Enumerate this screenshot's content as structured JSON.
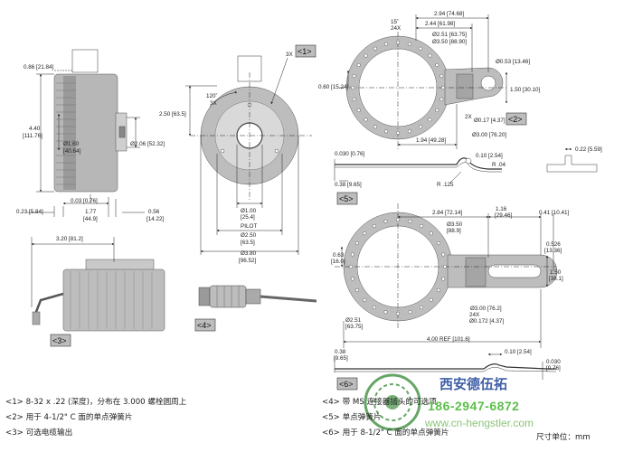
{
  "tags": {
    "t1": "<1>",
    "t2": "<2>",
    "t3": "<3>",
    "t4": "<4>",
    "t5": "<5>",
    "t6": "<6>"
  },
  "dims": {
    "d_086": "0.86 [21.84]",
    "d_440a": "4.40",
    "d_440b": "[111.76]",
    "d_160a": "Ø1.60",
    "d_160b": "[40.64]",
    "d_206": "Ø2.06 [52.32]",
    "d_003": "0.03 [0.76]",
    "d_023": "0.23 [5.84]",
    "d_177a": "1.77",
    "d_177b": "[44.9]",
    "d_056a": "0.56",
    "d_056b": "[14.22]",
    "d_3x": "3X",
    "d_120a": "120˚",
    "d_120b": "3X",
    "d_250": "2.50 [63.5]",
    "d_100a": "Ø1.00",
    "d_100b": "[25.4]",
    "d_pilot": "PILOT",
    "d_250da": "Ø2.50",
    "d_250db": "[63.5]",
    "d_380a": "Ø3.80",
    "d_380b": "[96.52]",
    "d_294": "2.94 [74.68]",
    "d_244": "2.44 [61.98]",
    "d_1516": "15˚",
    "d_24x": "24X",
    "d_251": "Ø2.51 [63.75]",
    "d_350": "Ø3.50 [88.90]",
    "d_053": "Ø0.53 [13.46]",
    "d_060": "0.60 [15.24]",
    "d_150": "1.50 [30.10]",
    "d_2x": "2X",
    "d_017": "Ø0.17 [4.37]",
    "d_300": "Ø3.00 [76.20]",
    "d_194": "1.94 [49.28]",
    "d_030": "0.030 [0.76]",
    "d_010": "0.10 [2.54]",
    "d_r04": "R .04",
    "d_r125": "R .125",
    "d_038": "0.38 [9.65]",
    "d_022": "0.22 [5.59]",
    "d_320": "3.20 [81.2]",
    "d_284": "2.84 [72.14]",
    "d_116a": "1.16",
    "d_116b": "[29.46]",
    "d_041": "0.41 [10.41]",
    "d_350ba": "Ø3.50",
    "d_350bb": "[88.9]",
    "d_063a": "0.63",
    "d_063b": "[16.0]",
    "d_0526a": "0.526",
    "d_0526b": "[13.36]",
    "d_150ba": "1.50",
    "d_150bb": "[38.1]",
    "d_251ba": "Ø2.51",
    "d_251bb": "[63.75]",
    "d_300b": "Ø3.00 [76.2]",
    "d_24xb": "24X",
    "d_0172": "Ø0.172 [4.37]",
    "d_400": "4.00 REF [101.6]",
    "d_038ba": "0.38",
    "d_038bb": "[9.65]",
    "d_010b": "0.10 [2.54]",
    "d_030ba": "0.030",
    "d_030bb": "[0.76]"
  },
  "notes": {
    "n1": "<1> 8-32 x .22 (深度)，分布在 3.000 螺栓圆周上",
    "n2": "<2> 用于 4-1/2\" C 面的单点弹簧片",
    "n3": "<3> 可选电缆输出",
    "n4": "<4> 带 MS 连接器插头的可选项",
    "n5": "<5> 单点弹簧片",
    "n6": "<6> 用于 8-1/2\" C 面的单点弹簧片"
  },
  "watermark": {
    "company": "西安德伍拓",
    "phone": "186-2947-6872",
    "url": "www.cn-hengstler.com"
  },
  "unit_label": "尺寸单位：mm"
}
